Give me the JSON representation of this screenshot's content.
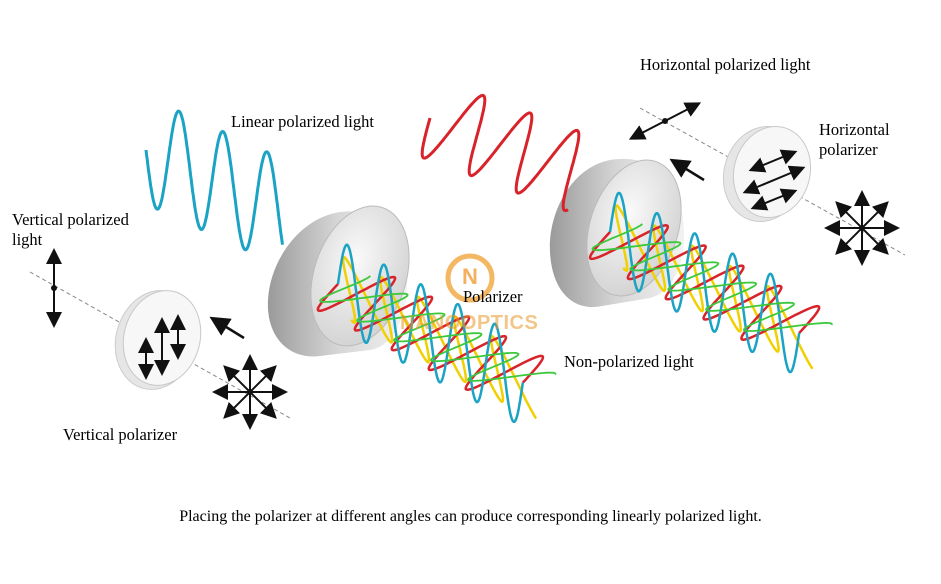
{
  "labels": {
    "linear_polarized_light": "Linear polarized light",
    "horizontal_polarized_light": "Horizontal polarized light",
    "horizontal_polarizer": "Horizontal\npolarizer",
    "vertical_polarized_light": "Vertical polarized\nlight",
    "polarizer": "Polarizer",
    "non_polarized_light": "Non-polarized light",
    "vertical_polarizer": "Vertical polarizer"
  },
  "caption": "Placing the polarizer at different angles can produce corresponding linearly polarized light.",
  "watermark": {
    "letter": "N",
    "text": "NANOOPTICS"
  },
  "colors": {
    "wave_cyan": "#1aa3c4",
    "wave_red": "#d8232a",
    "wave_yellow": "#f0d000",
    "wave_green": "#3cc83c",
    "watermark_orange": "#f0a030"
  },
  "icons": [
    "double-arrow-icon",
    "star-arrows-icon",
    "arrow-icon"
  ]
}
